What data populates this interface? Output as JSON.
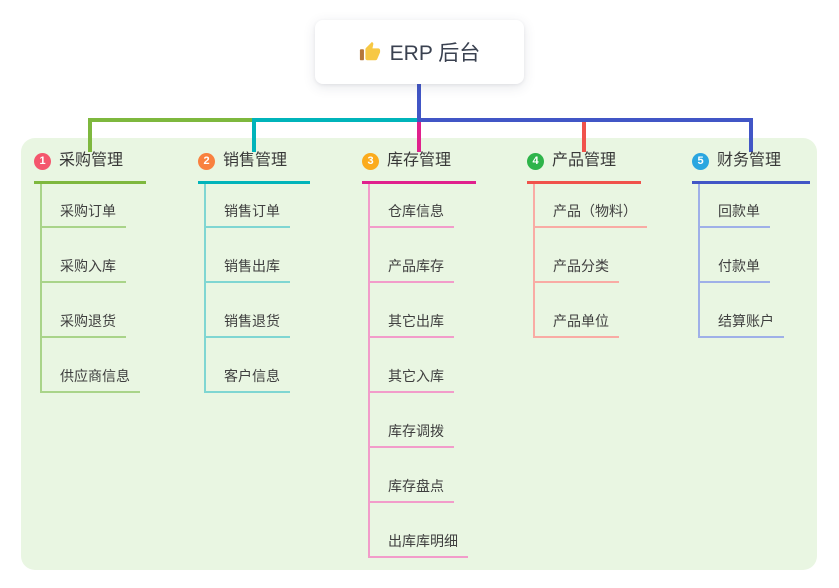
{
  "canvas": {
    "panel_bg": "#e9f6e2",
    "stem_color": "#4156c6"
  },
  "root": {
    "icon": "thumbs-up-icon",
    "label": "ERP 后台"
  },
  "branches": [
    {
      "num": "1",
      "label": "采购管理",
      "badge_color": "#f4566d",
      "line_color": "#7eb83e",
      "child_line_color": "#a9d489",
      "children": [
        "采购订单",
        "采购入库",
        "采购退货",
        "供应商信息"
      ]
    },
    {
      "num": "2",
      "label": "销售管理",
      "badge_color": "#f9813f",
      "line_color": "#00b4ba",
      "child_line_color": "#7fd6d2",
      "children": [
        "销售订单",
        "销售出库",
        "销售退货",
        "客户信息"
      ]
    },
    {
      "num": "3",
      "label": "库存管理",
      "badge_color": "#fbab1c",
      "line_color": "#e0218d",
      "child_line_color": "#f29cca",
      "children": [
        "仓库信息",
        "产品库存",
        "其它出库",
        "其它入库",
        "库存调拨",
        "库存盘点",
        "出库库明细"
      ]
    },
    {
      "num": "4",
      "label": "产品管理",
      "badge_color": "#2eb44a",
      "line_color": "#f0524b",
      "child_line_color": "#f9aba4",
      "children": [
        "产品（物料）",
        "产品分类",
        "产品单位"
      ]
    },
    {
      "num": "5",
      "label": "财务管理",
      "badge_color": "#2aa6e0",
      "line_color": "#4156c6",
      "child_line_color": "#9fb0e8",
      "children": [
        "回款单",
        "付款单",
        "结算账户"
      ]
    }
  ]
}
